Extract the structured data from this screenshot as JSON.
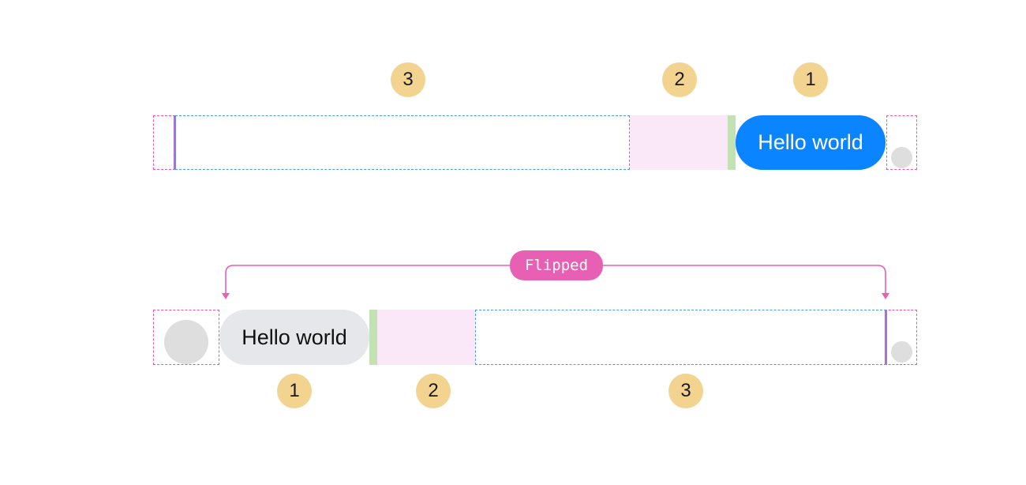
{
  "top_row": {
    "badges": [
      "3",
      "2",
      "1"
    ],
    "bubble_text": "Hello world",
    "bubble_color": "#0a84ff"
  },
  "bottom_row": {
    "badges": [
      "1",
      "2",
      "3"
    ],
    "bubble_text": "Hello world",
    "bubble_color": "#e6e7eb"
  },
  "flip_label": "Flipped",
  "colors": {
    "badge": "#f2d490",
    "spacer": "#fae8f8",
    "gap": "#c3e2b3",
    "pink_dash": "#e858a8",
    "blue_dash": "#4b9be5",
    "flip_accent": "#e860b4",
    "avatar": "#dedede"
  }
}
